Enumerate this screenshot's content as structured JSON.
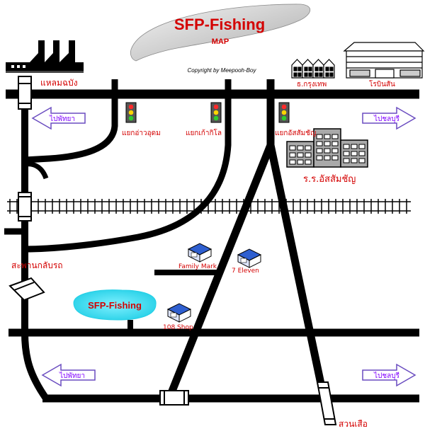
{
  "title": {
    "main": "SFP-Fishing",
    "sub": "MAP",
    "copyright": "Copyright by Meepooh-Boy"
  },
  "places": {
    "laem_chabang": "แหลมฉบัง",
    "bank": "ธ.กรุงเทพ",
    "factory": "โรบินสัน",
    "junction_1": "แยกอ่าวอุดม",
    "junction_2": "แยกเก้ากิโล",
    "junction_3": "แยกอัสสัมชัญ",
    "school": "ร.ร.อัสสัมชัญ",
    "bridge": "สะพานกลับรถ",
    "family_mart": "Family Mark",
    "seven_eleven": "7 Eleven",
    "shop_108": "108 Shop",
    "destination": "SFP-Fishing",
    "suan_suea": "สวนเสือ"
  },
  "directions": {
    "west_top": "ไปพัทยา",
    "east_top": "ไปชลบุรี",
    "west_bottom": "ไปพัทยา",
    "east_bottom": "ไปชลบุรี"
  },
  "colors": {
    "road": "#000000",
    "label_red": "#d40000",
    "arrow_text": "#8000ff",
    "arrow_fill": "#ffffff",
    "arrow_stroke": "#6a4cc0",
    "lake": "#38d8ee",
    "building": "#a9a9a9",
    "store_roof": "#2f5fd0"
  },
  "icons": [
    "factory-icon",
    "bank-icon",
    "mall-icon",
    "school-icon",
    "traffic-light-icon",
    "store-icon",
    "railway-icon",
    "lake-icon",
    "arrow-icon"
  ]
}
